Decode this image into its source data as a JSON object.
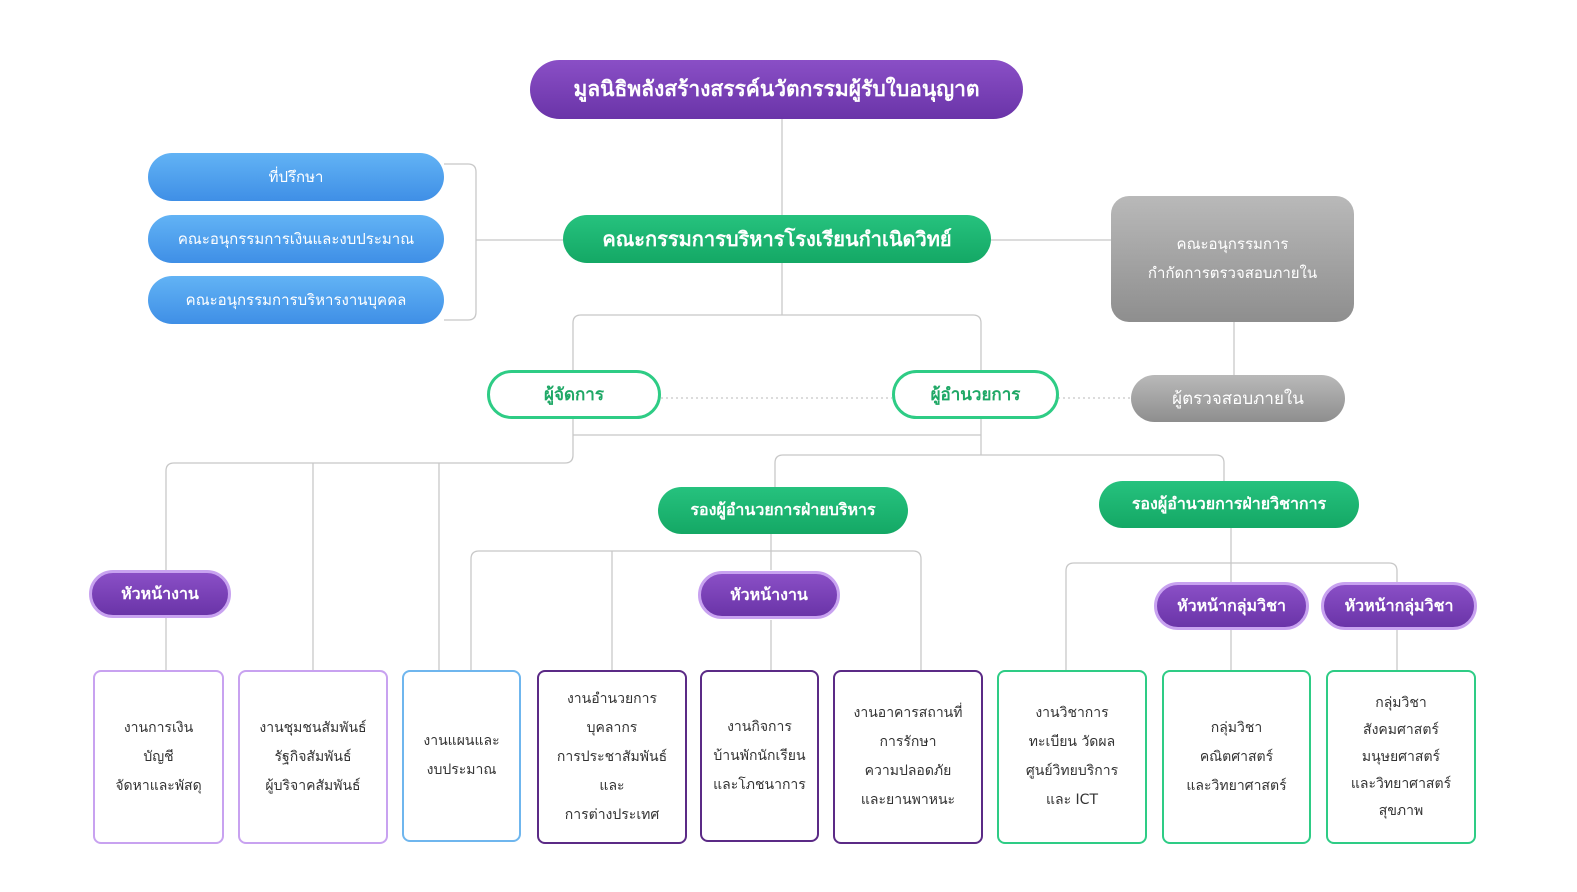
{
  "top": {
    "foundation": "มูลนิธิพลังสร้างสรรค์นวัตกรรมผู้รับใบอนุญาต"
  },
  "board": "คณะกรรมการบริหารโรงเรียนกำเนิดวิทย์",
  "left_panel": [
    "ที่ปรึกษา",
    "คณะอนุกรรมการเงินและงบประมาณ",
    "คณะอนุกรรมการบริหารงานบุคคล"
  ],
  "audit_committee": [
    "คณะอนุกรรมการ",
    "กำกัดการตรวจสอบภายใน"
  ],
  "internal_auditor": "ผู้ตรวจสอบภายใน",
  "manager": "ผู้จัดการ",
  "director": "ผู้อำนวยการ",
  "deputy_admin": "รองผู้อำนวยการฝ่ายบริหาร",
  "deputy_academic": "รองผู้อำนวยการฝ่ายวิชาการ",
  "heads": {
    "work_left": "หัวหน้างาน",
    "work_mid": "หัวหน้างาน",
    "subject_1": "หัวหน้ากลุ่มวิชา",
    "subject_2": "หัวหน้ากลุ่มวิชา"
  },
  "units": [
    [
      "งานการเงิน",
      "บัญชี",
      "จัดหาและพัสดุ"
    ],
    [
      "งานชุมชนสัมพันธ์",
      "รัฐกิจสัมพันธ์",
      "ผู้บริจาคสัมพันธ์"
    ],
    [
      "งานแผนและ",
      "งบประมาณ"
    ],
    [
      "งานอำนวยการ",
      "บุคลากร",
      "การประชาสัมพันธ์",
      "และ",
      "การต่างประเทศ"
    ],
    [
      "งานกิจการ",
      "บ้านพักนักเรียน",
      "และโภชนาการ"
    ],
    [
      "งานอาคารสถานที่",
      "การรักษา",
      "ความปลอดภัย",
      "และยานพาหนะ"
    ],
    [
      "งานวิชาการ",
      "ทะเบียน วัดผล",
      "ศูนย์วิทยบริการ",
      "และ ICT"
    ],
    [
      "กลุ่มวิชา",
      "คณิตศาสตร์",
      "และวิทยาศาสตร์"
    ],
    [
      "กลุ่มวิชา",
      "สังคมศาสตร์",
      "มนุษยศาสตร์",
      "และวิทยาศาสตร์",
      "สุขภาพ"
    ]
  ],
  "colors": {
    "purple": "#7b43b8",
    "green": "#1db674",
    "blue": "#4c9cec",
    "gray": "#a0a0a0",
    "connector": "#c8c8c8"
  }
}
